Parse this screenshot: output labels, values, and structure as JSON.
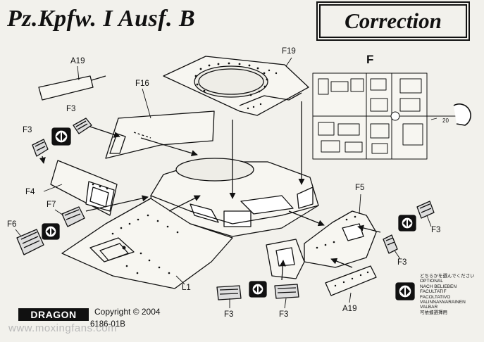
{
  "header": {
    "title": "Pz.Kpfw. I Ausf. B",
    "correction": "Correction"
  },
  "part_labels": {
    "a19_top": "A19",
    "f19": "F19",
    "f16": "F16",
    "f3_top": "F3",
    "f3_left": "F3",
    "f4": "F4",
    "f7": "F7",
    "f6": "F6",
    "f5": "F5",
    "f3_right_top": "F3",
    "f3_right_mid": "F3",
    "l1": "L1",
    "f3_bottom_left": "F3",
    "f3_bottom_mid": "F3",
    "a19_bottom": "A19",
    "sprue_letter": "F",
    "sprue_number": "20"
  },
  "footer": {
    "brand": "DRAGON",
    "copyright": "Copyright © 2004",
    "catalog": "6186-01B",
    "watermark": "www.moxingfans.com"
  },
  "optional_legend": [
    "どちらかを選んでください",
    "OPTIONAL",
    "NACH BELIEBEN",
    "FACULTATIF",
    "FACOLTATIVO",
    "VALINNANVARAINEN",
    "VALBAR",
    "可依據選擇用"
  ],
  "colors": {
    "ink": "#111111",
    "paper": "#f2f1ec"
  }
}
